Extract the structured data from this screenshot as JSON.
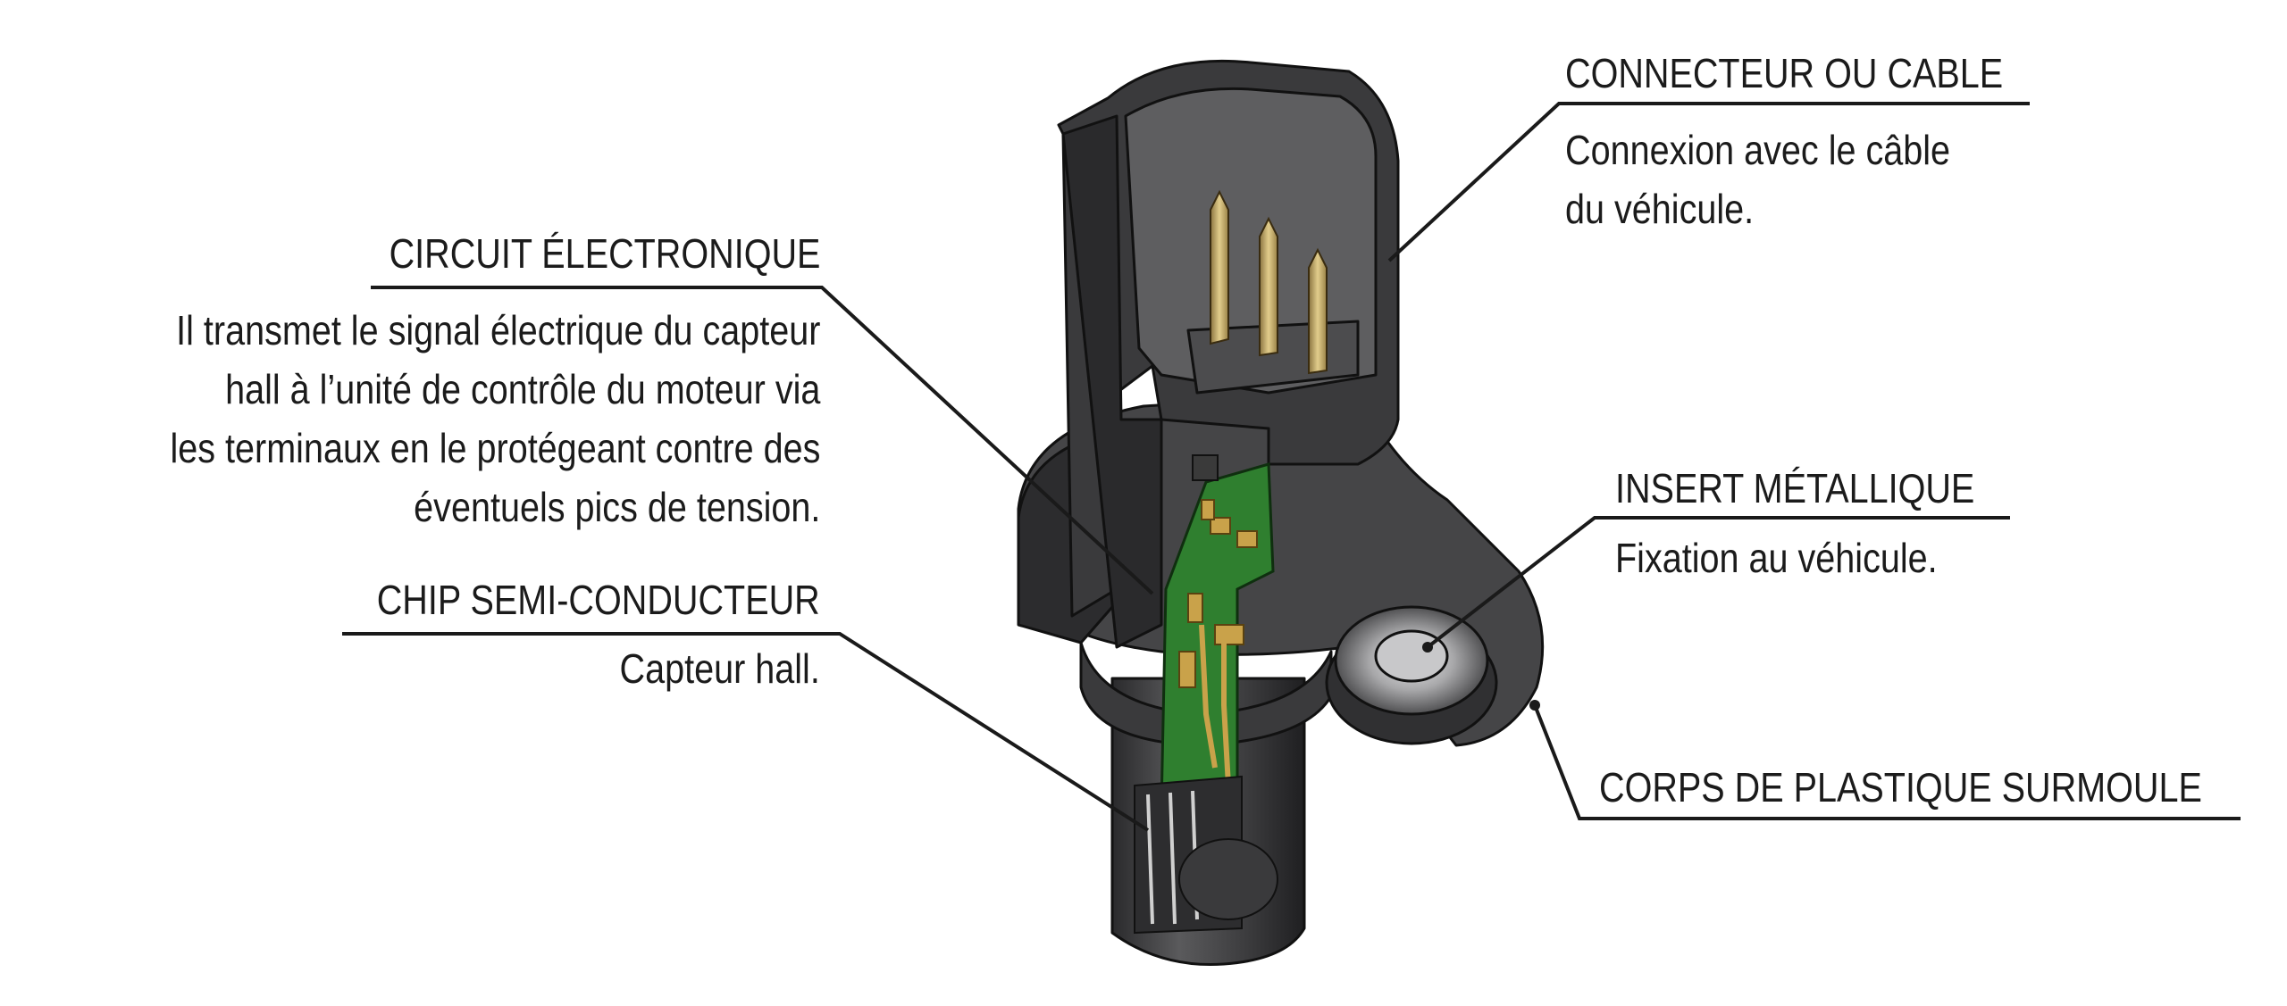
{
  "labels": {
    "circuit": {
      "title": "CIRCUIT ÉLECTRONIQUE",
      "lines": [
        "Il transmet le signal électrique du capteur",
        "hall à l’unité de contrôle du moteur via",
        "les terminaux en le protégeant contre des",
        "éventuels pics de tension."
      ]
    },
    "chip": {
      "title": "CHIP SEMI-CONDUCTEUR",
      "lines": [
        "Capteur hall."
      ]
    },
    "connecteur": {
      "title": "CONNECTEUR OU CABLE",
      "lines": [
        "Connexion avec le câble",
        "du véhicule."
      ]
    },
    "insert": {
      "title": "INSERT MÉTALLIQUE",
      "lines": [
        "Fixation au véhicule."
      ]
    },
    "corps": {
      "title": "CORPS DE PLASTIQUE SURMOULE"
    }
  },
  "colors": {
    "housing": "#4a4a4c",
    "housing_dark": "#232325",
    "housing_light": "#6e6e70",
    "pcb": "#2e7d2e",
    "pads": "#c9a24a",
    "pins": "#c7ad6b",
    "metal": "#b9b9bb",
    "leader": "#1a1a1a"
  }
}
